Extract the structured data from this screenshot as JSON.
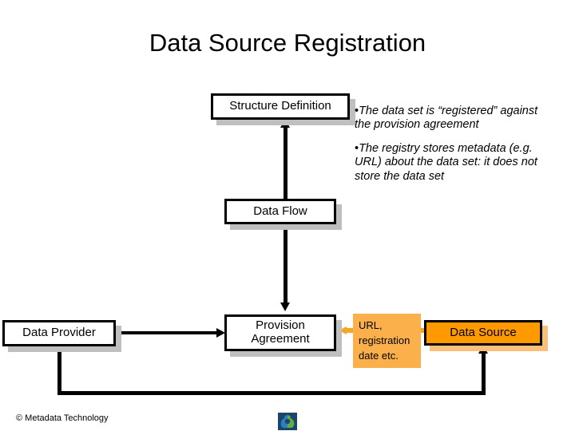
{
  "slide": {
    "title": "Data Source Registration",
    "background_color": "#ffffff"
  },
  "colors": {
    "box_fill_white": "#ffffff",
    "box_border": "#000000",
    "box_shadow_gray": "#bfbfbf",
    "accent_orange": "#ff9900",
    "accent_orange_light": "#fbb04c",
    "connector_orange": "#f5a623",
    "text": "#000000"
  },
  "boxes": {
    "structure_definition": {
      "label": "Structure Definition",
      "style": "white"
    },
    "data_flow": {
      "label": "Data Flow",
      "style": "white"
    },
    "provision_agreement": {
      "label_line1": "Provision",
      "label_line2": "Agreement",
      "style": "white"
    },
    "data_provider": {
      "label": "Data Provider",
      "style": "white"
    },
    "data_source": {
      "label": "Data Source",
      "style": "orange"
    },
    "url_meta": {
      "label_line1": "URL,",
      "label_line2": "registration",
      "label_line3": "date etc.",
      "style": "orange-plain"
    }
  },
  "bullets": [
    {
      "marker": "•",
      "text": "The data set is “registered” against the provision agreement"
    },
    {
      "marker": "•",
      "text": "The registry stores metadata (e.g. URL) about the data set: it does not store the data set"
    }
  ],
  "connectors": [
    {
      "name": "data-flow-to-structure-definition",
      "direction": "up",
      "color": "#000000"
    },
    {
      "name": "data-flow-to-provision-agreement",
      "direction": "down",
      "color": "#000000"
    },
    {
      "name": "data-provider-to-provision-agreement",
      "direction": "right",
      "color": "#000000"
    },
    {
      "name": "data-source-to-provision-agreement",
      "direction": "left",
      "color": "#f5a623"
    },
    {
      "name": "data-provider-to-data-source",
      "direction": "up",
      "color": "#000000"
    }
  ],
  "footer": {
    "copyright": "© Metadata Technology",
    "logo_name": "metadata-technology-logo"
  }
}
